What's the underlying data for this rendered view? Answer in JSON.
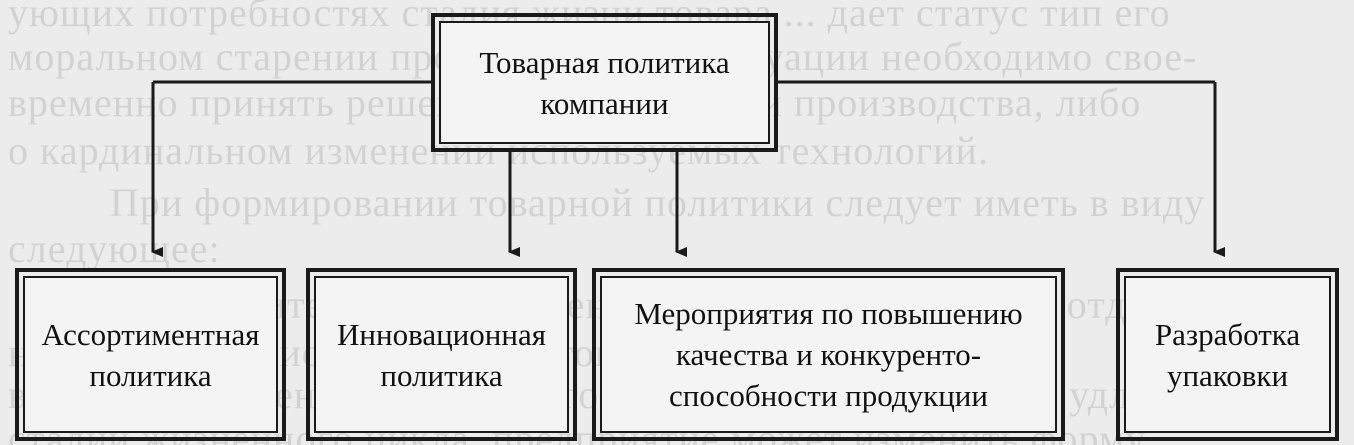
{
  "root": {
    "line1": "Товарная политика",
    "line2": "компании"
  },
  "children": [
    {
      "lines": [
        "Ассортиментная",
        "политика"
      ]
    },
    {
      "lines": [
        "Инновационная",
        "политика"
      ]
    },
    {
      "lines": [
        "Мероприятия по повышению",
        "качества и конкуренто-",
        "способности продукции"
      ]
    },
    {
      "lines": [
        "Разработка",
        "упаковки"
      ]
    }
  ],
  "colors": {
    "ink": "#1a1a1a",
    "paper": "#ececec"
  }
}
